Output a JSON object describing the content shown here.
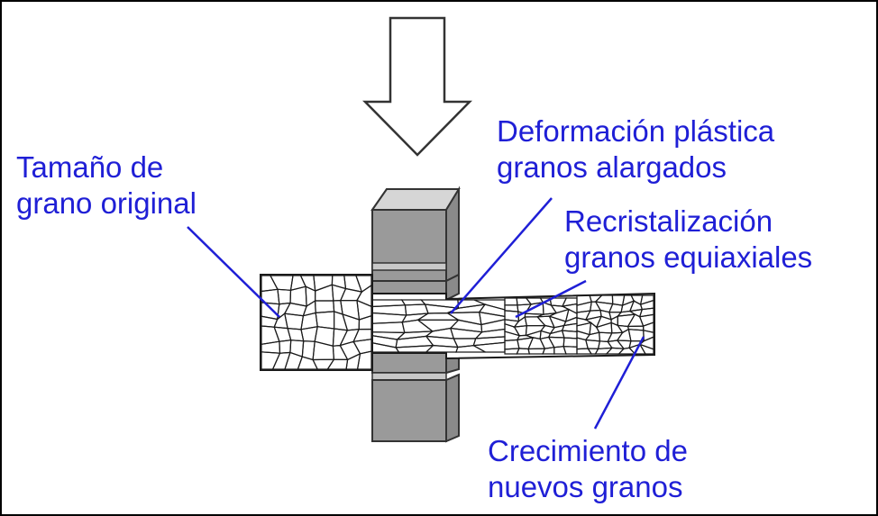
{
  "diagram": {
    "colors": {
      "label": "#1f1fd6",
      "leader": "#1f1fd6",
      "roll_fill": "#9a9a9a",
      "roll_stroke": "#333333",
      "grain_stroke": "#1a1a1a",
      "arrow_fill": "#ffffff",
      "arrow_stroke": "#333333"
    },
    "labels": {
      "original_grain": [
        "Tamaño de",
        "grano original"
      ],
      "plastic_deformation": [
        "Deformación plástica",
        "granos alargados"
      ],
      "recrystallization": [
        "Recristalización",
        "granos equiaxiales"
      ],
      "grain_growth": [
        "Crecimiento de",
        "nuevos granos"
      ]
    },
    "icons": {
      "press_arrow": "down-arrow-icon",
      "upper_roll": "upper-roll",
      "lower_roll": "lower-roll"
    }
  }
}
